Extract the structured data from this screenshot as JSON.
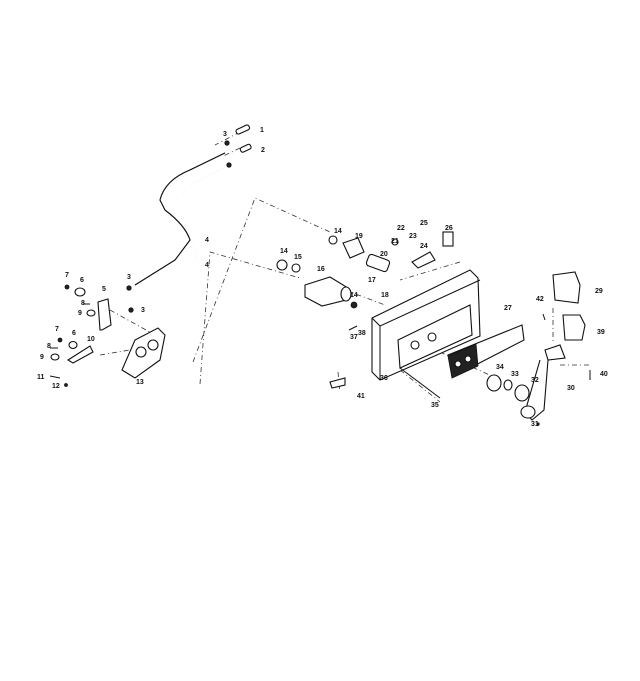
{
  "title": "Remote control exploded parts diagram",
  "colors": {
    "line": "#111111",
    "background": "#ffffff"
  },
  "callouts": [
    "1",
    "2",
    "3",
    "4",
    "4",
    "3",
    "3",
    "7",
    "6",
    "5",
    "8",
    "9",
    "7",
    "6",
    "10",
    "8",
    "9",
    "11",
    "12",
    "13",
    "14",
    "15",
    "16",
    "14",
    "19",
    "20",
    "22",
    "21",
    "23",
    "25",
    "24",
    "26",
    "17",
    "18",
    "14",
    "38",
    "37",
    "27",
    "29",
    "42",
    "39",
    "36",
    "41",
    "35",
    "34",
    "33",
    "32",
    "30",
    "40",
    "31"
  ]
}
